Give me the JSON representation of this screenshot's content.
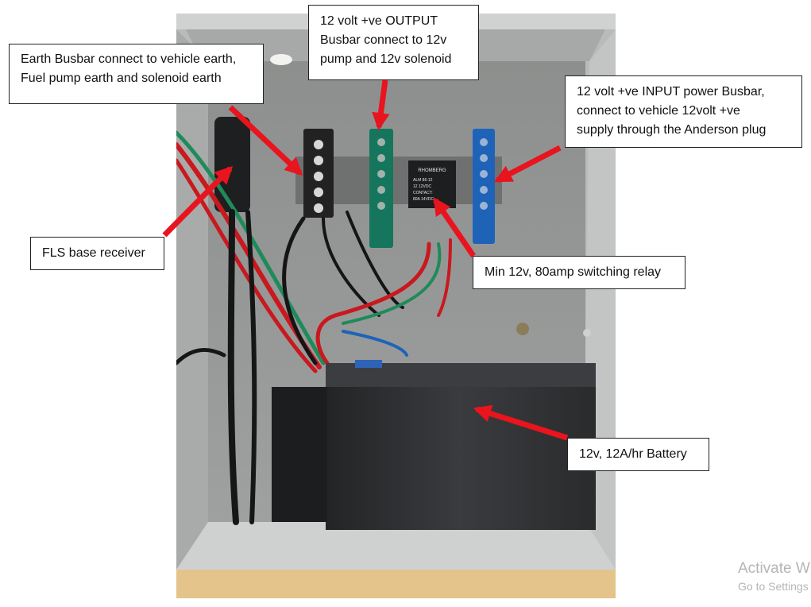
{
  "labels": {
    "earth_busbar": [
      "Earth Busbar connect to vehicle earth,",
      "Fuel pump earth and solenoid earth"
    ],
    "output_busbar": [
      "12 volt +ve OUTPUT",
      "Busbar connect to 12v",
      "pump and 12v solenoid"
    ],
    "input_busbar": [
      "12 volt +ve INPUT power Busbar,",
      "connect to vehicle 12volt +ve",
      "supply through the Anderson plug"
    ],
    "fls_receiver": "FLS base receiver",
    "relay": "Min 12v, 80amp switching relay",
    "battery": "12v, 12A/hr Battery"
  },
  "relay_printed": {
    "brand": "RHOMBERG",
    "line1": "ALM 86-12",
    "line2": "12 12VDC",
    "line3": "CONTACT:",
    "line4": "80A 14VDC"
  },
  "watermark": {
    "line1": "Activate W",
    "line2": "Go to Settings"
  },
  "colors": {
    "arrow": "#e8141e",
    "box_border": "#222222",
    "enclosure": "#b7b9b8",
    "busbar_blue": "#1f63b8",
    "busbar_green": "#15765d",
    "busbar_black": "#222222",
    "battery": "#2b2c2e",
    "wire_red": "#c8191e",
    "wire_green": "#1f8a5a"
  }
}
